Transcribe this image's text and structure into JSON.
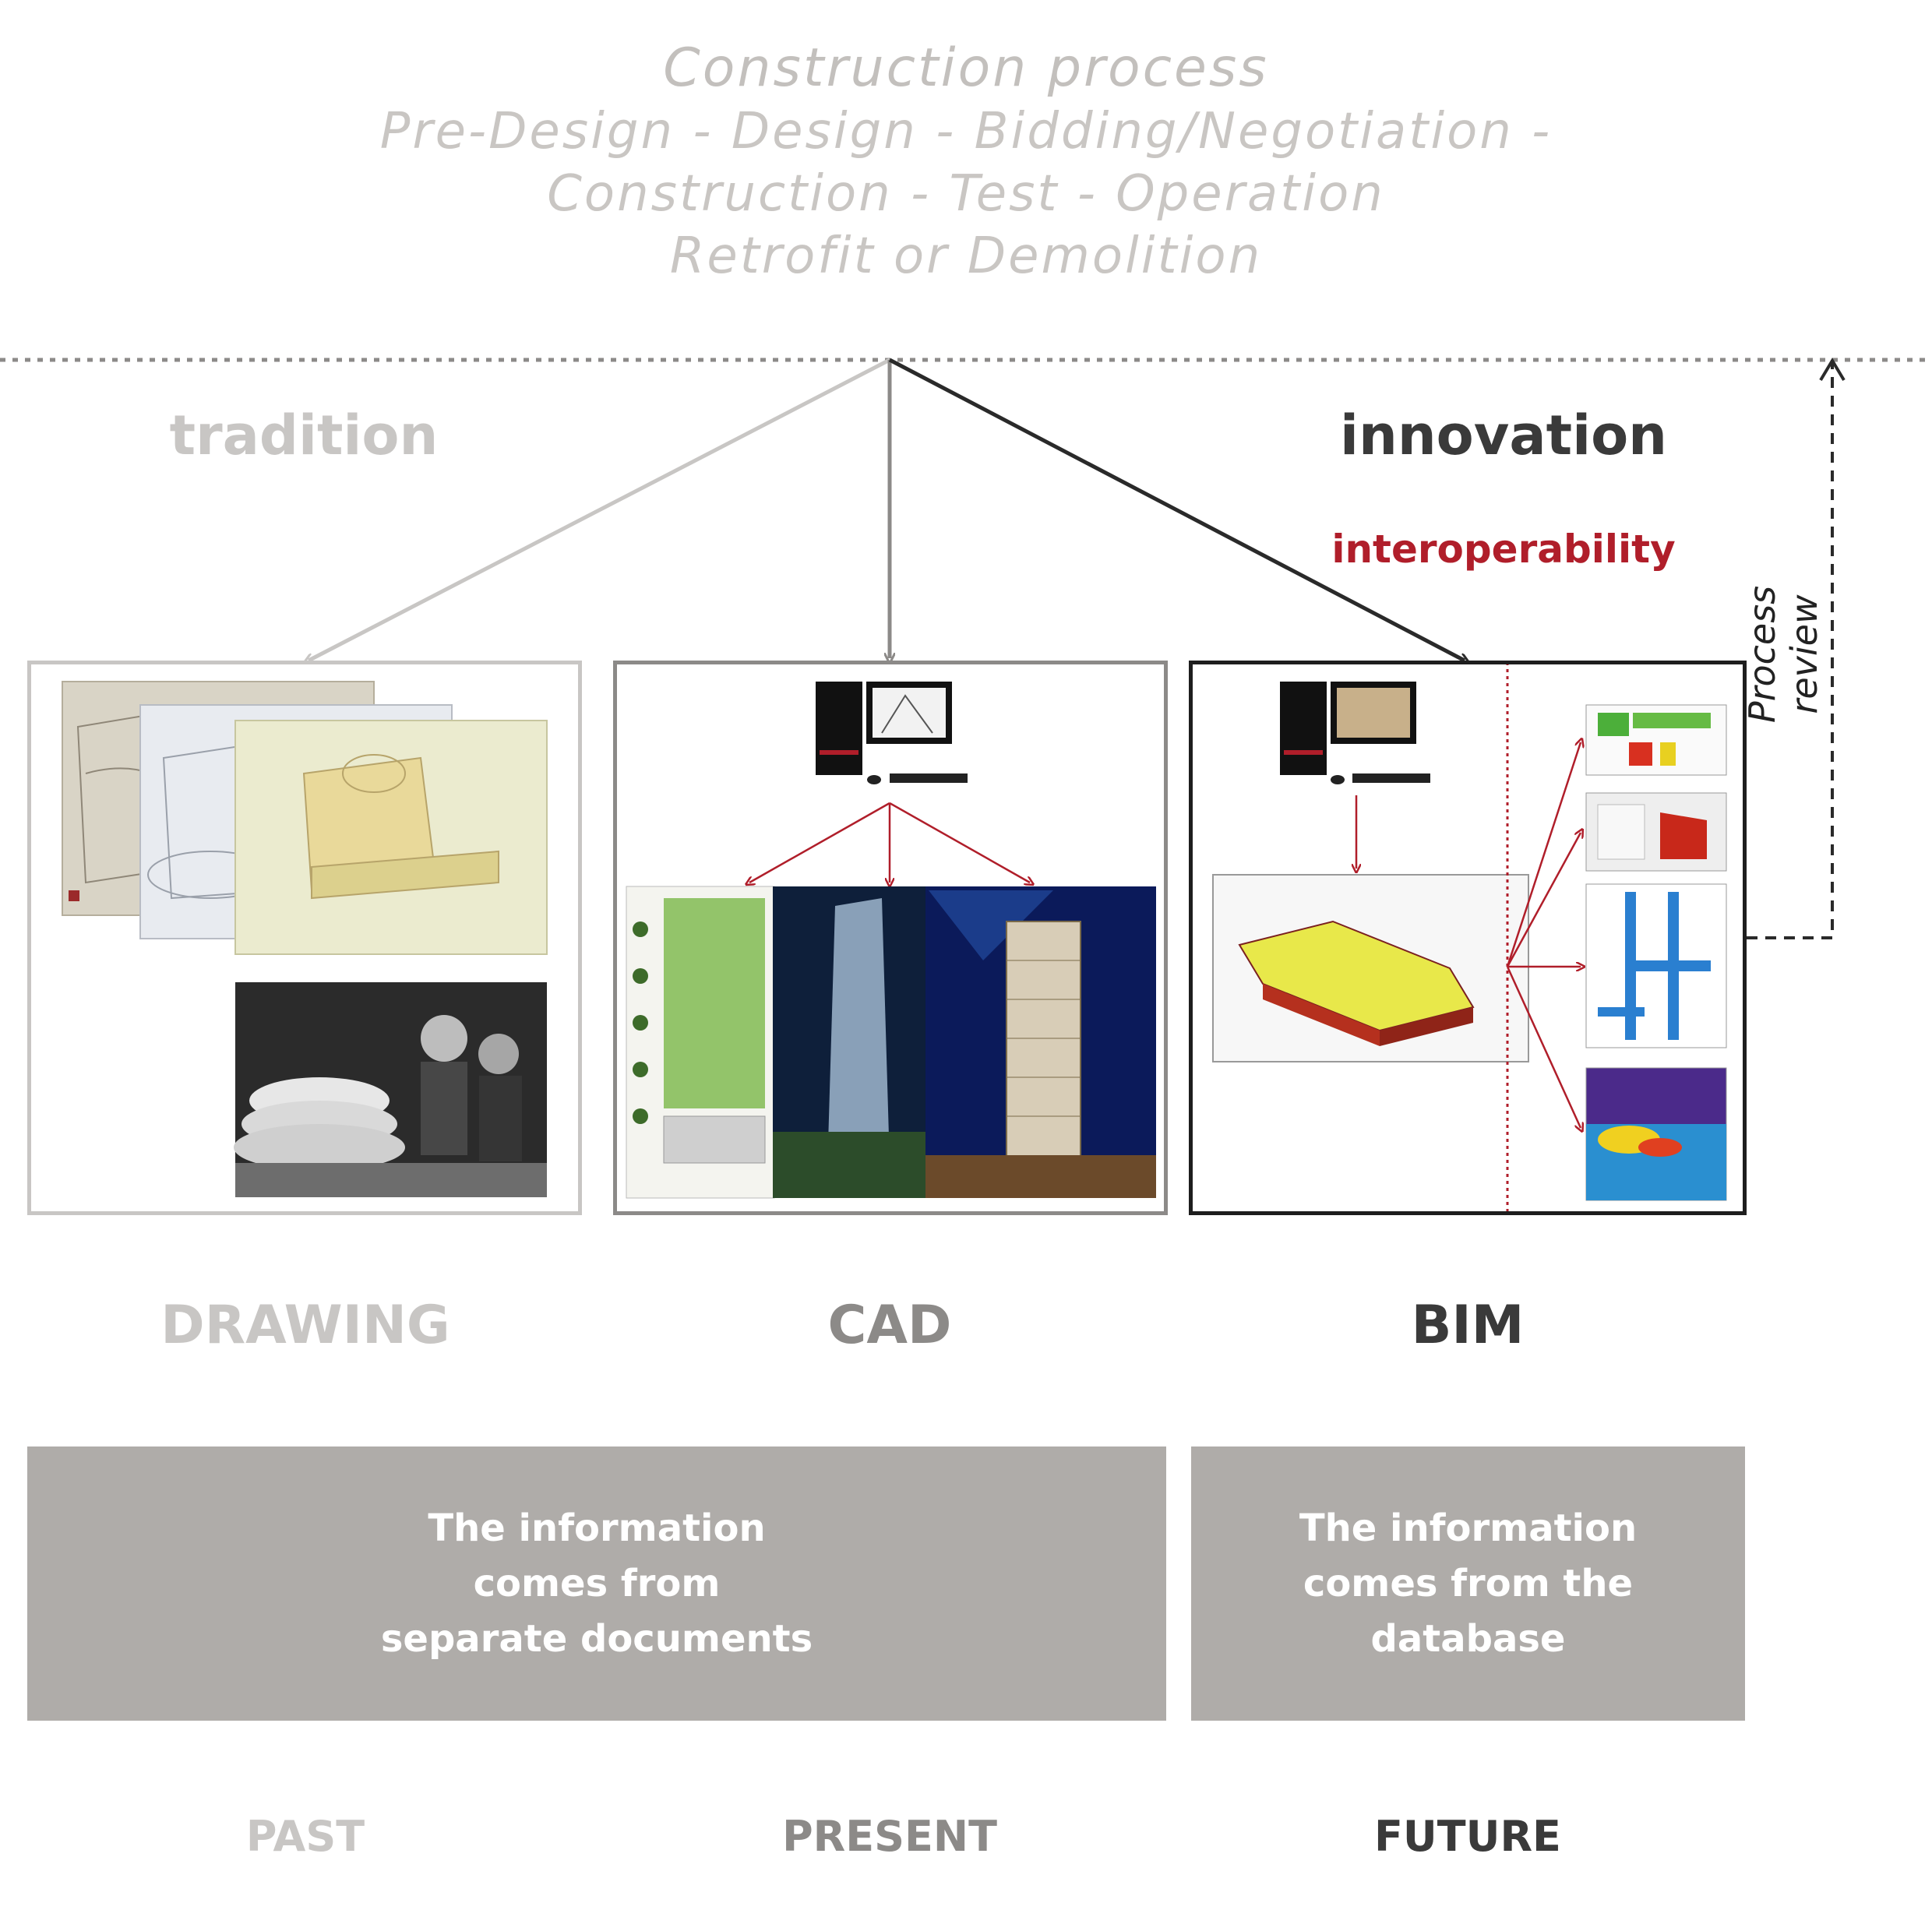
{
  "header": {
    "title": "Construction process",
    "line1": "Pre-Design - Design - Bidding/Negotiation -",
    "line2": "Construction - Test - Operation",
    "line3": "Retrofit or Demolition"
  },
  "labels": {
    "tradition": "tradition",
    "innovation": "innovation",
    "interoperability": "interoperability",
    "process_review": "Process review"
  },
  "columns": [
    {
      "tool": "DRAWING",
      "era": "PAST"
    },
    {
      "tool": "CAD",
      "era": "PRESENT"
    },
    {
      "tool": "BIM",
      "era": "FUTURE"
    }
  ],
  "info": {
    "left": "The information\ncomes from\nseparate documents",
    "right": "The information\ncomes from the\ndatabase"
  },
  "colors": {
    "light_gray": "#c8c6c4",
    "mid_gray": "#8c8a88",
    "dark": "#2a2a2a",
    "red": "#b01e2a",
    "box_fill": "#afaca9"
  }
}
